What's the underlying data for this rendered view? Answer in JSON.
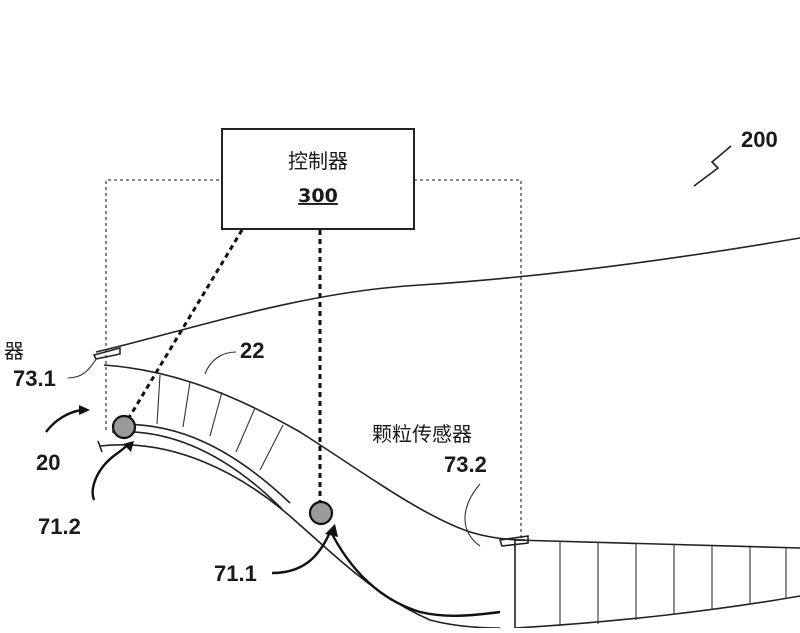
{
  "figure": {
    "system_ref": "200",
    "controller": {
      "title": "控制器",
      "ref": "300"
    },
    "labels": {
      "left_sensor_partial": "器",
      "sensor_73_1": "73.1",
      "component_22": "22",
      "assembly_20": "20",
      "sensor_71_2": "71.2",
      "sensor_71_1": "71.1",
      "particle_sensor": "颗粒传感器",
      "sensor_73_2": "73.2"
    }
  }
}
